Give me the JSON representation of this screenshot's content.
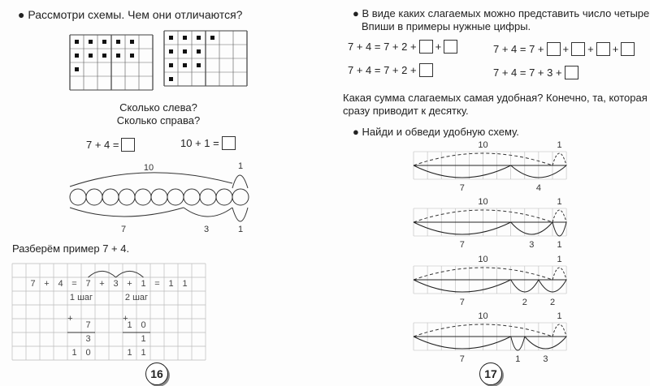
{
  "left": {
    "task1": "Рассмотри схемы. Чем они отличаются?",
    "q1": "Сколько слева?",
    "q2": "Сколько справа?",
    "eq1": "7 + 4 =",
    "eq2": "10 + 1 =",
    "dots1": [
      5,
      5,
      1,
      0
    ],
    "dots2": [
      4,
      3,
      3,
      1
    ],
    "arc_top": [
      "10",
      "1"
    ],
    "arc_bottom": [
      "7",
      "3",
      "1"
    ],
    "task2": "Разберём пример 7 + 4.",
    "grid_rows": [
      [
        "",
        "7",
        "+",
        "4",
        "=",
        "7",
        "+",
        "3",
        "+",
        "1",
        "=",
        "1",
        "1",
        ""
      ],
      [
        "",
        "",
        "",
        "",
        "",
        "",
        "",
        "",
        "",
        "",
        "",
        "",
        "",
        ""
      ],
      [
        "",
        "",
        "",
        "",
        "",
        "7",
        "",
        "",
        "1",
        "0",
        "",
        "",
        "",
        ""
      ],
      [
        "",
        "",
        "",
        "",
        "",
        "3",
        "",
        "",
        "",
        "1",
        "",
        "",
        "",
        ""
      ],
      [
        "",
        "",
        "",
        "",
        "1",
        "0",
        "",
        "",
        "1",
        "1",
        "",
        "",
        "",
        ""
      ]
    ],
    "step1": "1 шаг",
    "step2": "2 шаг",
    "plus": "+",
    "page_number": "16"
  },
  "right": {
    "task1_line1": "В виде каких слагаемых можно представить число четыре?",
    "task1_line2": "Впиши в примеры нужные цифры.",
    "eq_a": "7 + 4 = 7 + 2 +",
    "eq_b": "7 + 4 = 7 + 2 +",
    "eq_c": "7 + 4 = 7 +",
    "eq_d": "7 + 4 = 7 + 3 +",
    "plus": "+",
    "para_line1": "Какая сумма слагаемых самая удобная? Конечно, та, которая",
    "para_line2": "сразу приводит к десятку.",
    "task2": "Найди и обведи удобную схему.",
    "schemes": [
      {
        "top": [
          "10",
          "1"
        ],
        "parts": [
          7,
          4
        ],
        "labels": [
          "7",
          "4"
        ]
      },
      {
        "top": [
          "10",
          "1"
        ],
        "parts": [
          7,
          3,
          1
        ],
        "labels": [
          "7",
          "3",
          "1"
        ]
      },
      {
        "top": [
          "10",
          "1"
        ],
        "parts": [
          7,
          2,
          2
        ],
        "labels": [
          "7",
          "2",
          "2"
        ]
      },
      {
        "top": [
          "10",
          "1"
        ],
        "parts": [
          7,
          1,
          3
        ],
        "labels": [
          "7",
          "1",
          "3"
        ]
      }
    ],
    "page_number": "17"
  }
}
